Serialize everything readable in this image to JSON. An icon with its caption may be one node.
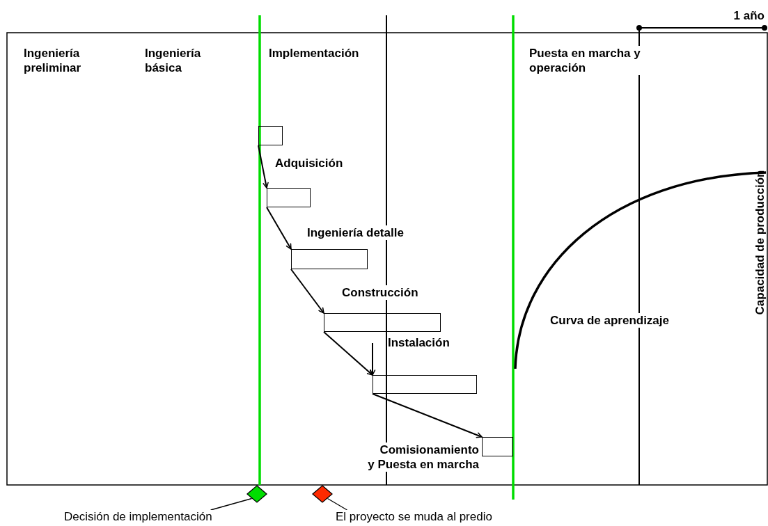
{
  "diagram": {
    "nodes": [
      {
        "text": [],
        "shape": "box"
      },
      {
        "text": [],
        "shape": "box"
      },
      {
        "text": [],
        "shape": "box"
      },
      {
        "text": [],
        "shape": "box"
      },
      {
        "text": [],
        "shape": "box"
      },
      {
        "text": [],
        "shape": "box"
      },
      {
        "text": [],
        "shape": "diamond"
      },
      {
        "text": [],
        "shape": "diamond"
      },
      {
        "text": [
          "Decisión de implementación"
        ]
      },
      {
        "text": [
          "El proyecto se muda al predio"
        ]
      }
    ],
    "edges": [
      {
        "from": 0,
        "to": 1,
        "arrow": "to"
      },
      {
        "from": 1,
        "to": 2,
        "arrow": "to"
      },
      {
        "from": 2,
        "to": 3,
        "arrow": "to"
      },
      {
        "from": 3,
        "to": 4,
        "arrow": "to"
      },
      {
        "from": null,
        "to": 4,
        "arrow": "to"
      },
      {
        "from": 4,
        "to": 5,
        "arrow": "to"
      },
      {
        "from": 8,
        "to": 6,
        "arrow": "none"
      },
      {
        "from": 9,
        "to": 7,
        "arrow": "none"
      }
    ],
    "labels": [
      "1 año",
      "Ingeniería preliminar",
      "Ingeniería básica",
      "Implementación",
      "Puesta en marcha y operación",
      "Adquisición",
      "Capacidad de producción",
      "Ingeniería detalle",
      "Construcción",
      "Curva de aprendizaje",
      "Instalación",
      "Comisionamiento y Puesta en marcha"
    ]
  }
}
